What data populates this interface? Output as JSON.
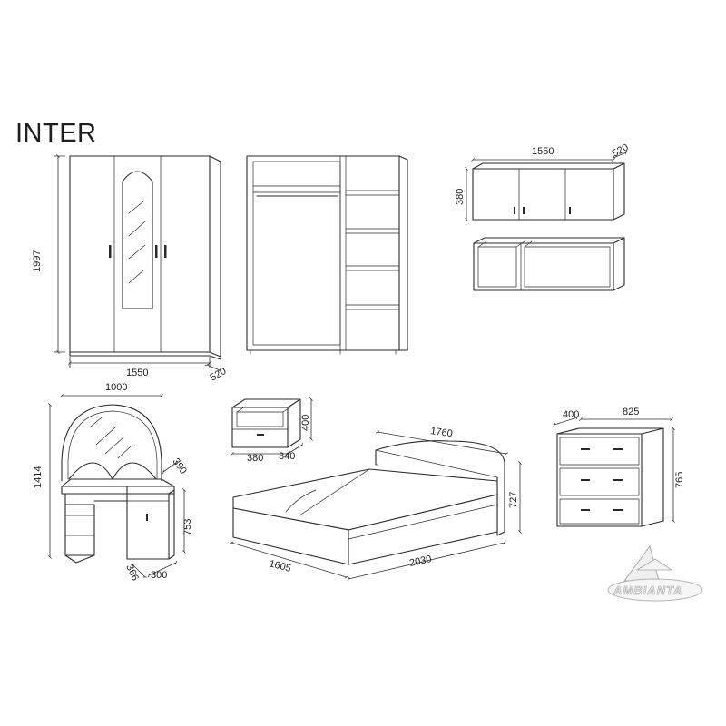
{
  "title": "INTER",
  "brand_logo": "AMBIANTA",
  "items": {
    "wardrobe": {
      "height": "1997",
      "width": "1550",
      "depth": "520"
    },
    "wall_cabinet": {
      "width": "1550",
      "depth": "520",
      "height": "380"
    },
    "dressing_table": {
      "width": "1000",
      "height": "1414",
      "unit_depth": "390",
      "unit_height": "753",
      "base_left": "366",
      "base_right": "300"
    },
    "nightstand": {
      "height": "400",
      "width": "380",
      "depth": "340"
    },
    "bed": {
      "headboard_width": "1760",
      "height": "727",
      "width": "1605",
      "length": "2030"
    },
    "dresser": {
      "depth": "400",
      "width": "825",
      "height": "765"
    }
  },
  "colors": {
    "line": "#2a2a2a",
    "background": "#ffffff",
    "logo": "#a9a9a9"
  }
}
